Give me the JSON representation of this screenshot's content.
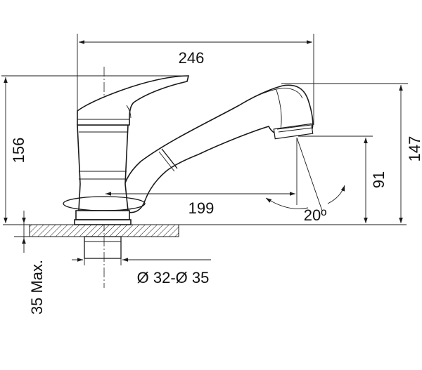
{
  "dimensions": {
    "overall_reach": "246",
    "spout_reach": "199",
    "total_height": "156",
    "spout_top_height": "147",
    "outlet_height": "91",
    "spray_angle": "20º",
    "mounting_hole": "Ø 32-Ø 35",
    "deck_thickness": "35 Max."
  }
}
